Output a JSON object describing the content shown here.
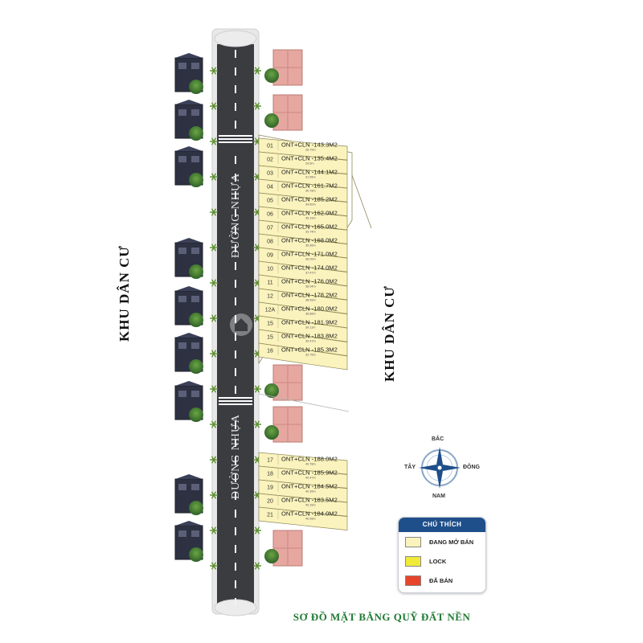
{
  "side_labels": {
    "left": "KHU DÂN CƯ",
    "right": "KHU DÂN CƯ"
  },
  "road_labels": [
    "ĐƯỜNG NHỰA",
    "ĐƯỜNG NHỰA"
  ],
  "caption": "SƠ ĐỒ MẶT BẰNG QUỸ ĐẤT NỀN",
  "compass": {
    "north": "BẮC",
    "west": "TÂY",
    "east": "ĐÔNG",
    "south": "NAM"
  },
  "legend": {
    "title": "CHÚ THÍCH",
    "items": [
      {
        "label": "ĐANG MỞ BÁN",
        "color": "#fbf3bd"
      },
      {
        "label": "LOCK",
        "color": "#f2ea3a"
      },
      {
        "label": "ĐÃ BÁN",
        "color": "#e8442b"
      }
    ]
  },
  "plots_group_a": [
    {
      "no": "01",
      "label": "ONT+CLN -143.3M2",
      "dim": "28.79m"
    },
    {
      "no": "02",
      "label": "ONT+CLN -135.4M2",
      "dim": "29.5m"
    },
    {
      "no": "03",
      "label": "ONT+CLN -144.1M2",
      "dim": "31.55m"
    },
    {
      "no": "04",
      "label": "ONT+CLN -161.7M2",
      "dim": "30.78m"
    },
    {
      "no": "05",
      "label": "ONT+CLN -185.2M2",
      "dim": "34.60m"
    },
    {
      "no": "06",
      "label": "ONT+CLN -162.0M2",
      "dim": "35.19m"
    },
    {
      "no": "07",
      "label": "ONT+CLN -165.0M2",
      "dim": "33.74m"
    },
    {
      "no": "08",
      "label": "ONT+CLN -168.0M2",
      "dim": "35.36m"
    },
    {
      "no": "09",
      "label": "ONT+CLN -171.0M2",
      "dim": "36.00m"
    },
    {
      "no": "10",
      "label": "ONT+CLN -174.0M2",
      "dim": "37.47m"
    },
    {
      "no": "11",
      "label": "ONT+CLN -176.0M2",
      "dim": "38.04m"
    },
    {
      "no": "12",
      "label": "ONT+CLN -178.2M2",
      "dim": "38.59m"
    },
    {
      "no": "12A",
      "label": "ONT+CLN -180.0M2",
      "dim": "38.88m"
    },
    {
      "no": "15",
      "label": "ONT+CLN -181.9M2",
      "dim": "39.11m"
    },
    {
      "no": "15",
      "label": "ONT+CLN -183.8M2",
      "dim": "39.47m"
    },
    {
      "no": "16",
      "label": "ONT+CLN -185.3M2",
      "dim": "32.75m"
    }
  ],
  "plots_group_b": [
    {
      "no": "17",
      "label": "ONT+CLN -188.0M2",
      "dim": "40.78m"
    },
    {
      "no": "18",
      "label": "ONT+CLN -185.9M2",
      "dim": "40.47m"
    },
    {
      "no": "19",
      "label": "ONT+CLN -184.5M2",
      "dim": "40.39m"
    },
    {
      "no": "20",
      "label": "ONT+CLN -183.5M2",
      "dim": "40.15m"
    },
    {
      "no": "21",
      "label": "ONT+CLN -184.0M2",
      "dim": "40.08m"
    }
  ],
  "colors": {
    "road": "#3a3c40",
    "road_edge": "#e6e6e6",
    "plot_open": "#fbf3bd",
    "plot_border": "#8f8a5a",
    "roof_pink": "#e6a7a0",
    "house_dark": "#2d3142",
    "tree": "#3e7c35"
  }
}
